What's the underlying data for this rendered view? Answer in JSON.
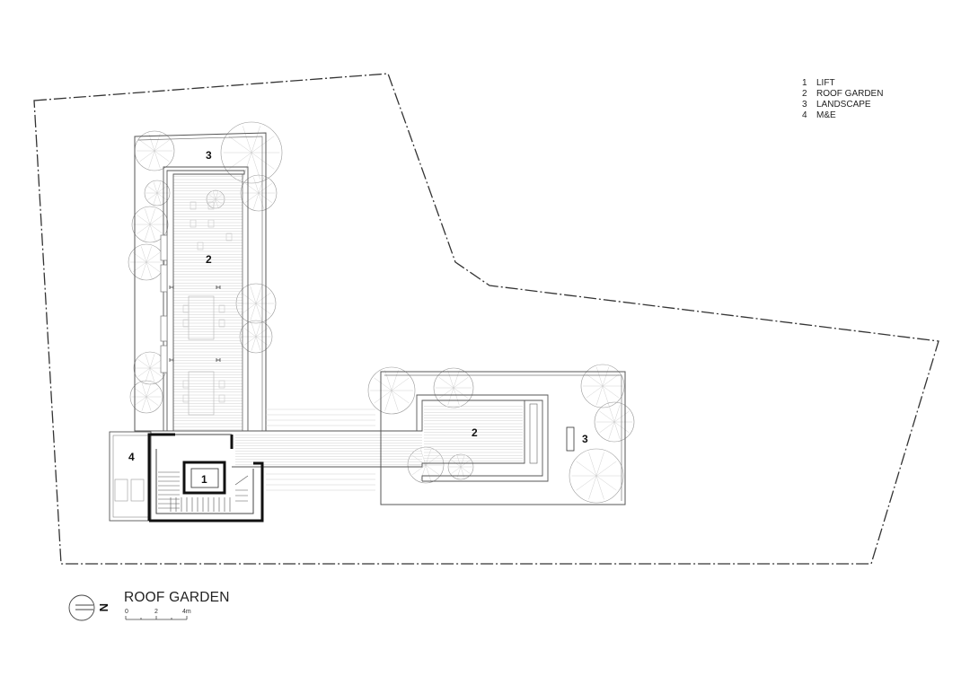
{
  "title": "ROOF GARDEN",
  "north_label": "N",
  "scale_labels": [
    "0",
    "2",
    "4m"
  ],
  "legend": [
    {
      "num": "1",
      "label": "LIFT"
    },
    {
      "num": "2",
      "label": "ROOF GARDEN"
    },
    {
      "num": "3",
      "label": "LANDSCAPE"
    },
    {
      "num": "4",
      "label": "M&E"
    }
  ],
  "zone_labels": {
    "lift": "1",
    "garden_a": "2",
    "garden_b": "2",
    "landscape_a": "3",
    "landscape_b": "3",
    "me": "4"
  },
  "colors": {
    "line": "#555555",
    "heavy": "#111111",
    "tree": "#9a9a9a"
  }
}
